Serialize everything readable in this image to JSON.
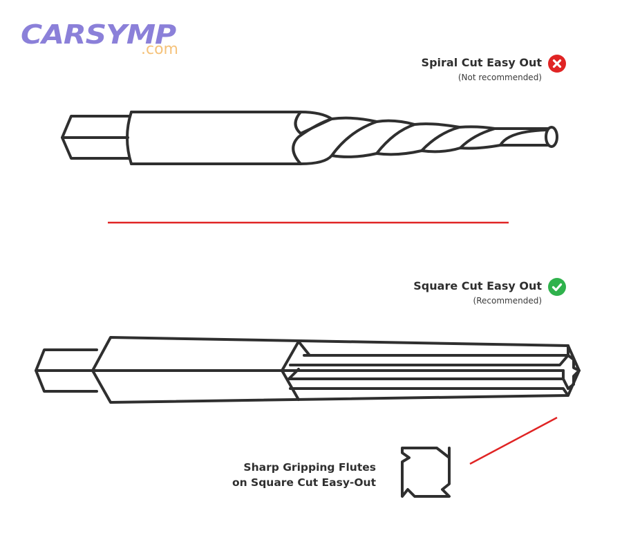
{
  "brand": {
    "logo_main": "CARSYMP",
    "logo_sub": ".com",
    "logo_color": "#8b80d9",
    "logo_sub_color": "#f5c27a"
  },
  "spiral": {
    "title": "Spiral Cut Easy Out",
    "note": "(Not recommended)",
    "status_icon": "x-circle-icon",
    "status_color": "#e02424"
  },
  "square": {
    "title": "Square Cut Easy Out",
    "note": "(Recommended)",
    "status_icon": "check-circle-icon",
    "status_color": "#2fb24c"
  },
  "detail": {
    "caption_line1": "Sharp Gripping Flutes",
    "caption_line2": "on Square Cut Easy-Out"
  },
  "colors": {
    "outline": "#2f2f2f",
    "divider": "#e02424"
  }
}
